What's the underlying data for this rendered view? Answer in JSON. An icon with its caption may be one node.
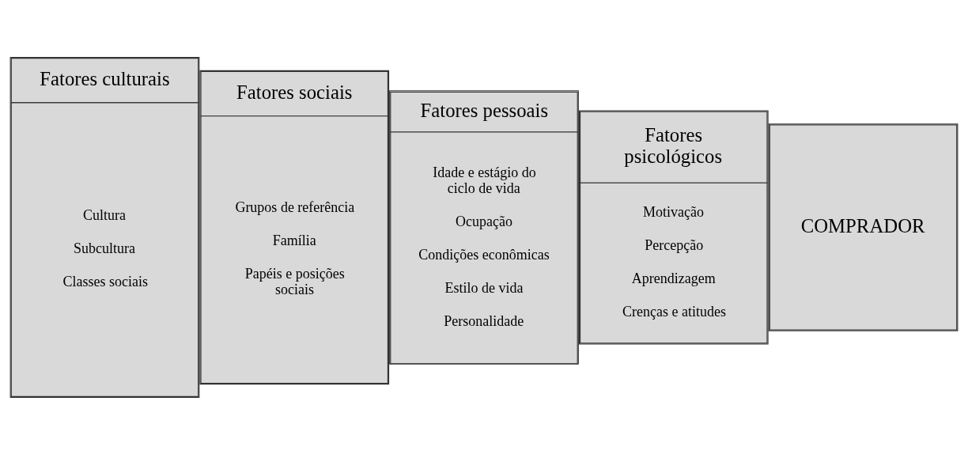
{
  "diagram": {
    "nodes": [
      {
        "text": [
          "Fatores culturais",
          "Cultura",
          "Subcultura",
          "Classes sociais"
        ]
      },
      {
        "text": [
          "Fatores sociais",
          "Grupos de referência",
          "Família",
          "Papéis e posições sociais"
        ]
      },
      {
        "text": [
          "Fatores pessoais",
          "Idade e estágio do ciclo de vida",
          "Ocupação",
          "Condições econômicas",
          "Estilo de vida",
          "Personalidade"
        ]
      },
      {
        "text": [
          "Fatores psicológicos",
          "Motivação",
          "Percepção",
          "Aprendizagem",
          "Crenças e atitudes"
        ]
      },
      {
        "text": [
          "COMPRADOR"
        ]
      }
    ]
  }
}
